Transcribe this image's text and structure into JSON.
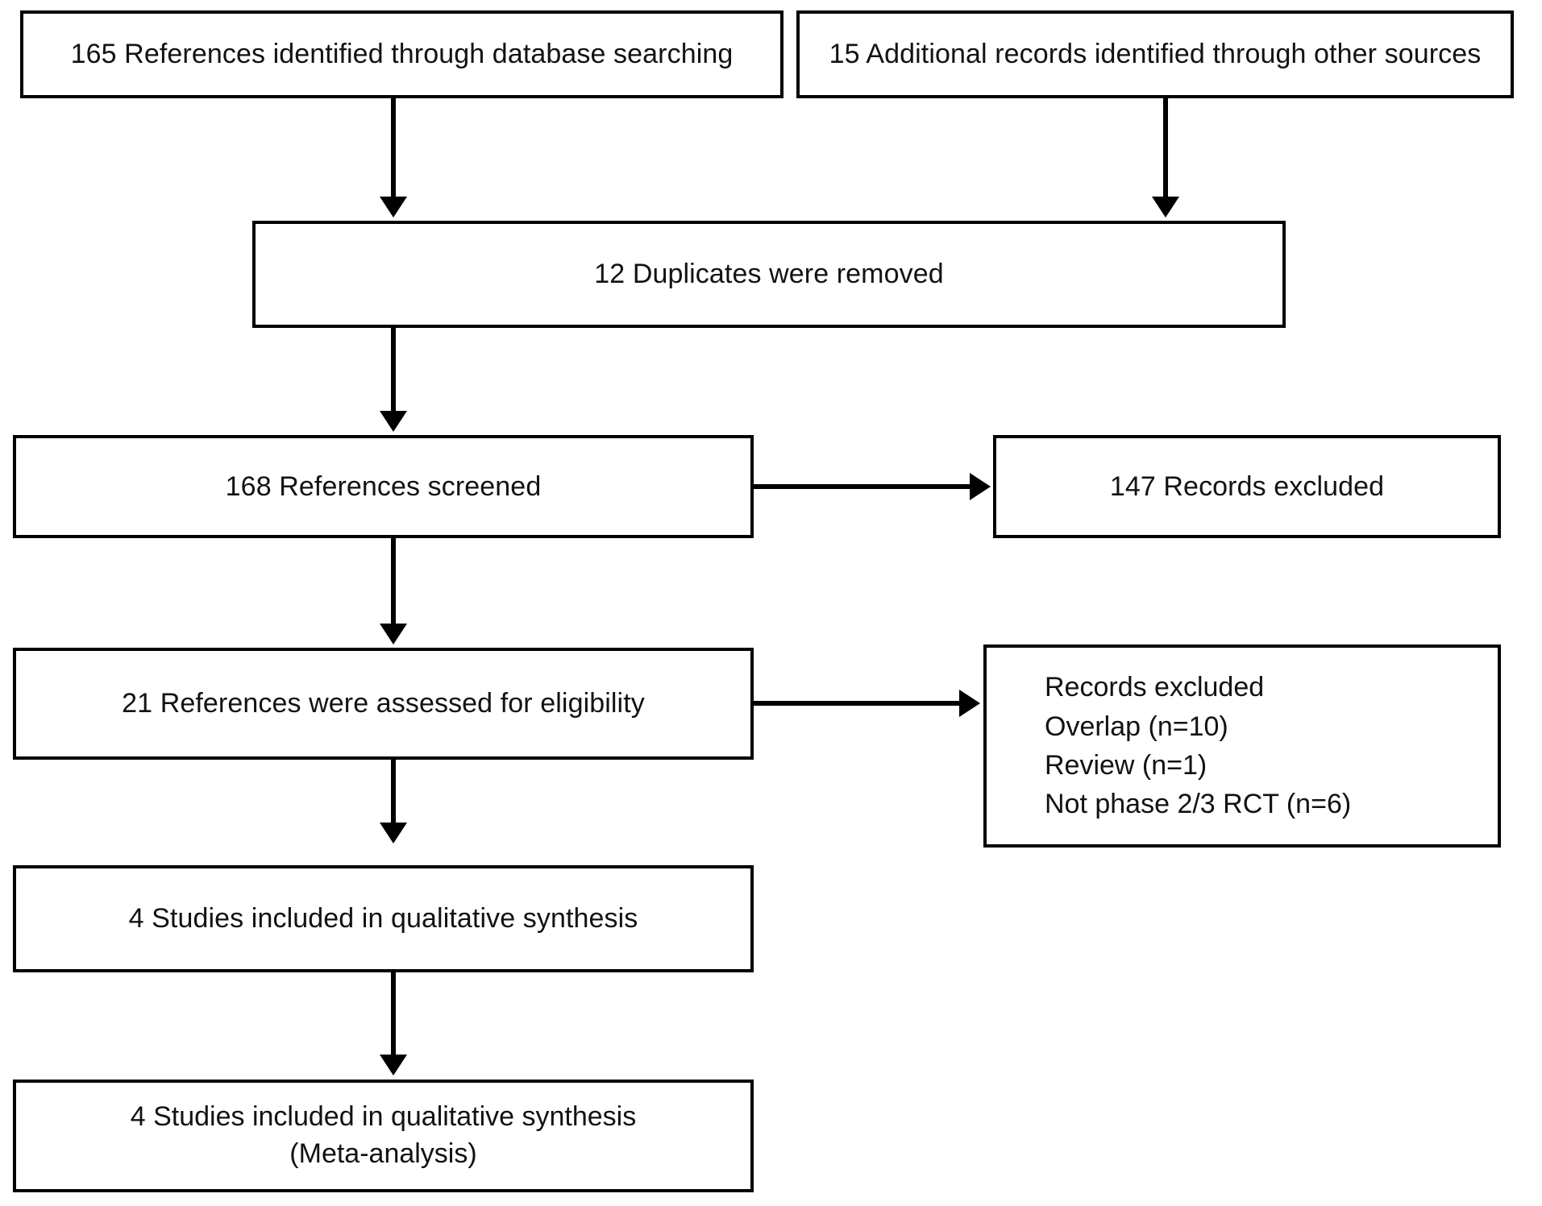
{
  "diagram": {
    "title": "PRISMA study selection flow diagram",
    "type": "flowchart",
    "colors": {
      "background": "#ffffff",
      "box_border": "#000000",
      "text": "#121212",
      "connector": "#000000"
    },
    "nodes": {
      "database_searching": {
        "label": "165 References identified through database searching",
        "count": 165
      },
      "other_sources": {
        "label": "15 Additional records identified through other sources",
        "count": 15
      },
      "duplicates_removed": {
        "label": "12 Duplicates were removed",
        "count": 12
      },
      "references_screened": {
        "label": "168 References screened",
        "count": 168
      },
      "records_excluded": {
        "label": "147 Records excluded",
        "count": 147
      },
      "assessed_eligibility": {
        "label": "21 References were assessed for eligibility",
        "count": 21
      },
      "excluded_detail": {
        "lines": [
          "Records excluded",
          "Overlap (n=10)",
          "Review (n=1)",
          "Not phase 2/3 RCT (n=6)"
        ]
      },
      "qualitative_synthesis": {
        "label": "4 Studies included in qualitative synthesis",
        "count": 4
      },
      "meta_analysis": {
        "line1": "4 Studies included in qualitative synthesis",
        "line2": "(Meta-analysis)",
        "count": 4
      }
    },
    "connectors": [
      {
        "name": "database-to-duplicates",
        "from": "database_searching",
        "to": "duplicates_removed",
        "direction": "down"
      },
      {
        "name": "other-to-duplicates",
        "from": "other_sources",
        "to": "duplicates_removed",
        "direction": "down"
      },
      {
        "name": "duplicates-to-screened",
        "from": "duplicates_removed",
        "to": "references_screened",
        "direction": "down"
      },
      {
        "name": "screened-to-excluded",
        "from": "references_screened",
        "to": "records_excluded",
        "direction": "right"
      },
      {
        "name": "screened-to-eligibility",
        "from": "references_screened",
        "to": "assessed_eligibility",
        "direction": "down"
      },
      {
        "name": "eligibility-to-excluded-detail",
        "from": "assessed_eligibility",
        "to": "excluded_detail",
        "direction": "right"
      },
      {
        "name": "eligibility-to-qualitative",
        "from": "assessed_eligibility",
        "to": "qualitative_synthesis",
        "direction": "down"
      },
      {
        "name": "qualitative-to-meta",
        "from": "qualitative_synthesis",
        "to": "meta_analysis",
        "direction": "down"
      }
    ]
  }
}
